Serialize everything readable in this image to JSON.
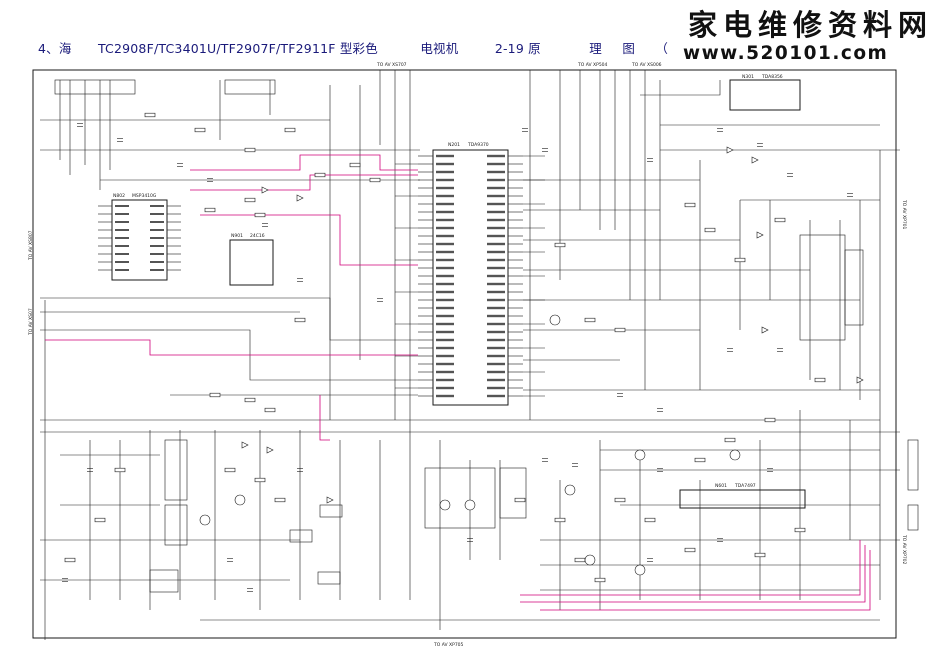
{
  "header": {
    "title_prefix": "4、海",
    "title_models": "TC2908F/TC3401U/TF2907F/TF2911F",
    "title_suffix": "型彩色",
    "title_tv": "电视机",
    "title_page": "2-19",
    "title_yuan": "原",
    "title_li": "理",
    "title_tu": "图",
    "title_paren": "（"
  },
  "watermark": {
    "site_name": "家电维修资料网",
    "site_url": "www.520101.com"
  },
  "ics": {
    "main": {
      "ref": "N201",
      "part": "TDA9370"
    },
    "ic_left": {
      "ref": "N802",
      "part": "MSP3410G"
    },
    "ic_mid": {
      "ref": "N901",
      "part": "24C16"
    },
    "ic_vert": {
      "ref": "N301",
      "part": "TDA8356"
    },
    "ic_audio": {
      "ref": "N601",
      "part": "TDA7497"
    }
  },
  "connectors": {
    "top_left": "TO AV XS707",
    "top_mid": "TO AV XP504",
    "top_right": "TO AV XS006",
    "bottom": "TO AV XP705",
    "right_1": "TO AV XP701",
    "right_2": "TO AV XP702",
    "left_1": "TO AV XS807",
    "left_2": "TO AV XS07"
  },
  "colors": {
    "wire": "#1a1a1a",
    "highlight": "#d0007a",
    "text": "#222222"
  }
}
